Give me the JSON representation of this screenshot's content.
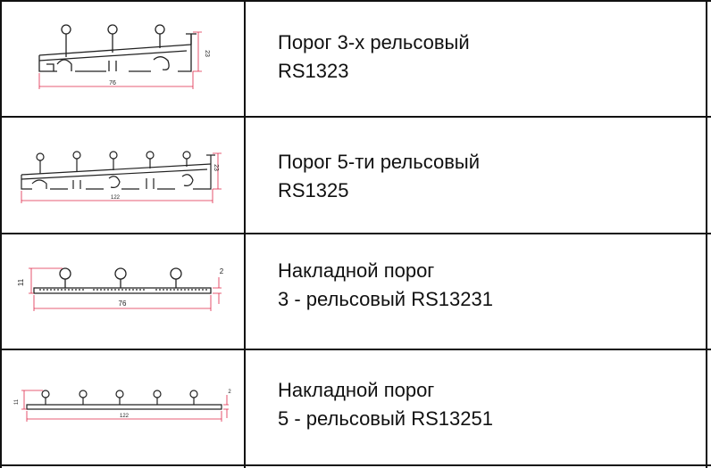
{
  "rows": [
    {
      "line1": "Порог 3-х рельсовый",
      "line2": "RS1323",
      "dims": {
        "width": "76",
        "height": "23"
      }
    },
    {
      "line1": "Порог 5-ти рельсовый",
      "line2": "RS1325",
      "dims": {
        "width": "122",
        "height": "23"
      }
    },
    {
      "line1": "Накладной порог",
      "line2": "3 - рельсовый RS13231",
      "dims": {
        "width": "76",
        "height": "11",
        "thickness": "2"
      }
    },
    {
      "line1": "Накладной порог",
      "line2": "5 - рельсовый RS13251",
      "dims": {
        "width": "122",
        "height": "11",
        "thickness": "2"
      }
    }
  ],
  "colors": {
    "profile": "#222222",
    "dimension": "#e0284a",
    "border": "#111111"
  }
}
